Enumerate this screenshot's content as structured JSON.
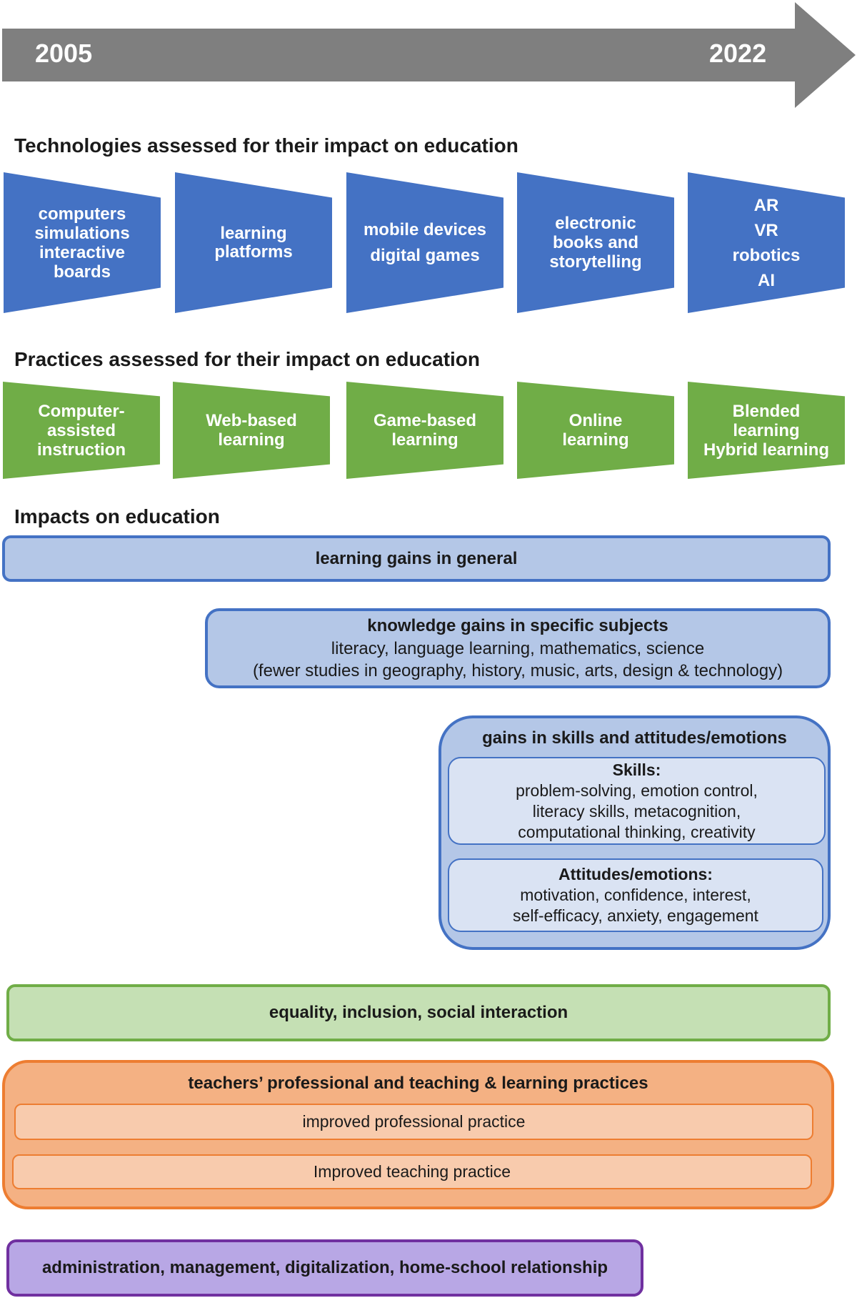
{
  "timeline": {
    "start_year": "2005",
    "end_year": "2022"
  },
  "technologies": {
    "heading": "Technologies assessed for their impact on education",
    "items": [
      {
        "lines": [
          "computers",
          "simulations",
          "interactive",
          "boards"
        ]
      },
      {
        "lines": [
          "learning",
          "platforms"
        ]
      },
      {
        "lines": [
          "mobile devices",
          "digital games"
        ]
      },
      {
        "lines": [
          "electronic",
          "books and",
          "storytelling"
        ]
      },
      {
        "lines": [
          "AR",
          "VR",
          "robotics",
          "AI"
        ]
      }
    ]
  },
  "practices": {
    "heading": "Practices assessed for their impact on education",
    "items": [
      {
        "lines": [
          "Computer-",
          "assisted",
          "instruction"
        ]
      },
      {
        "lines": [
          "Web-based",
          "learning"
        ]
      },
      {
        "lines": [
          "Game-based",
          "learning"
        ]
      },
      {
        "lines": [
          "Online",
          "learning"
        ]
      },
      {
        "lines": [
          "Blended",
          "learning",
          "Hybrid learning"
        ]
      }
    ]
  },
  "impacts": {
    "heading": "Impacts on education",
    "learning_gains": "learning gains in general",
    "knowledge_gains": {
      "title": "knowledge gains in specific subjects",
      "lines": [
        "literacy, language learning, mathematics, science",
        "(fewer studies in geography, history, music, arts, design & technology)"
      ]
    },
    "skills_attitudes": {
      "title": "gains in skills and attitudes/emotions",
      "skills": {
        "title": "Skills:",
        "lines": [
          "problem-solving, emotion control,",
          "literacy skills, metacognition,",
          "computational thinking, creativity"
        ]
      },
      "attitudes": {
        "title": "Attitudes/emotions:",
        "lines": [
          "motivation, confidence, interest,",
          "self-efficacy, anxiety, engagement"
        ]
      }
    },
    "equality": "equality, inclusion, social interaction",
    "teachers": {
      "title": "teachers’ professional and teaching & learning practices",
      "items": [
        "improved professional practice",
        "Improved teaching practice"
      ]
    },
    "administration": "administration, management, digitalization, home-school relationship"
  },
  "colors": {
    "arrow": "#7f7f7f",
    "technology": "#4472c4",
    "practice": "#70ad47",
    "impact_fill": "#b4c7e7",
    "impact_border": "#4472c4",
    "impact_inner_fill": "#dae3f3",
    "equality_fill": "#c5e0b4",
    "equality_border": "#70ad47",
    "teachers_fill": "#f4b183",
    "teachers_border": "#ed7d31",
    "teachers_inner_fill": "#f8cbad",
    "administration_fill": "#b8a7e5",
    "administration_border": "#7030a0"
  }
}
